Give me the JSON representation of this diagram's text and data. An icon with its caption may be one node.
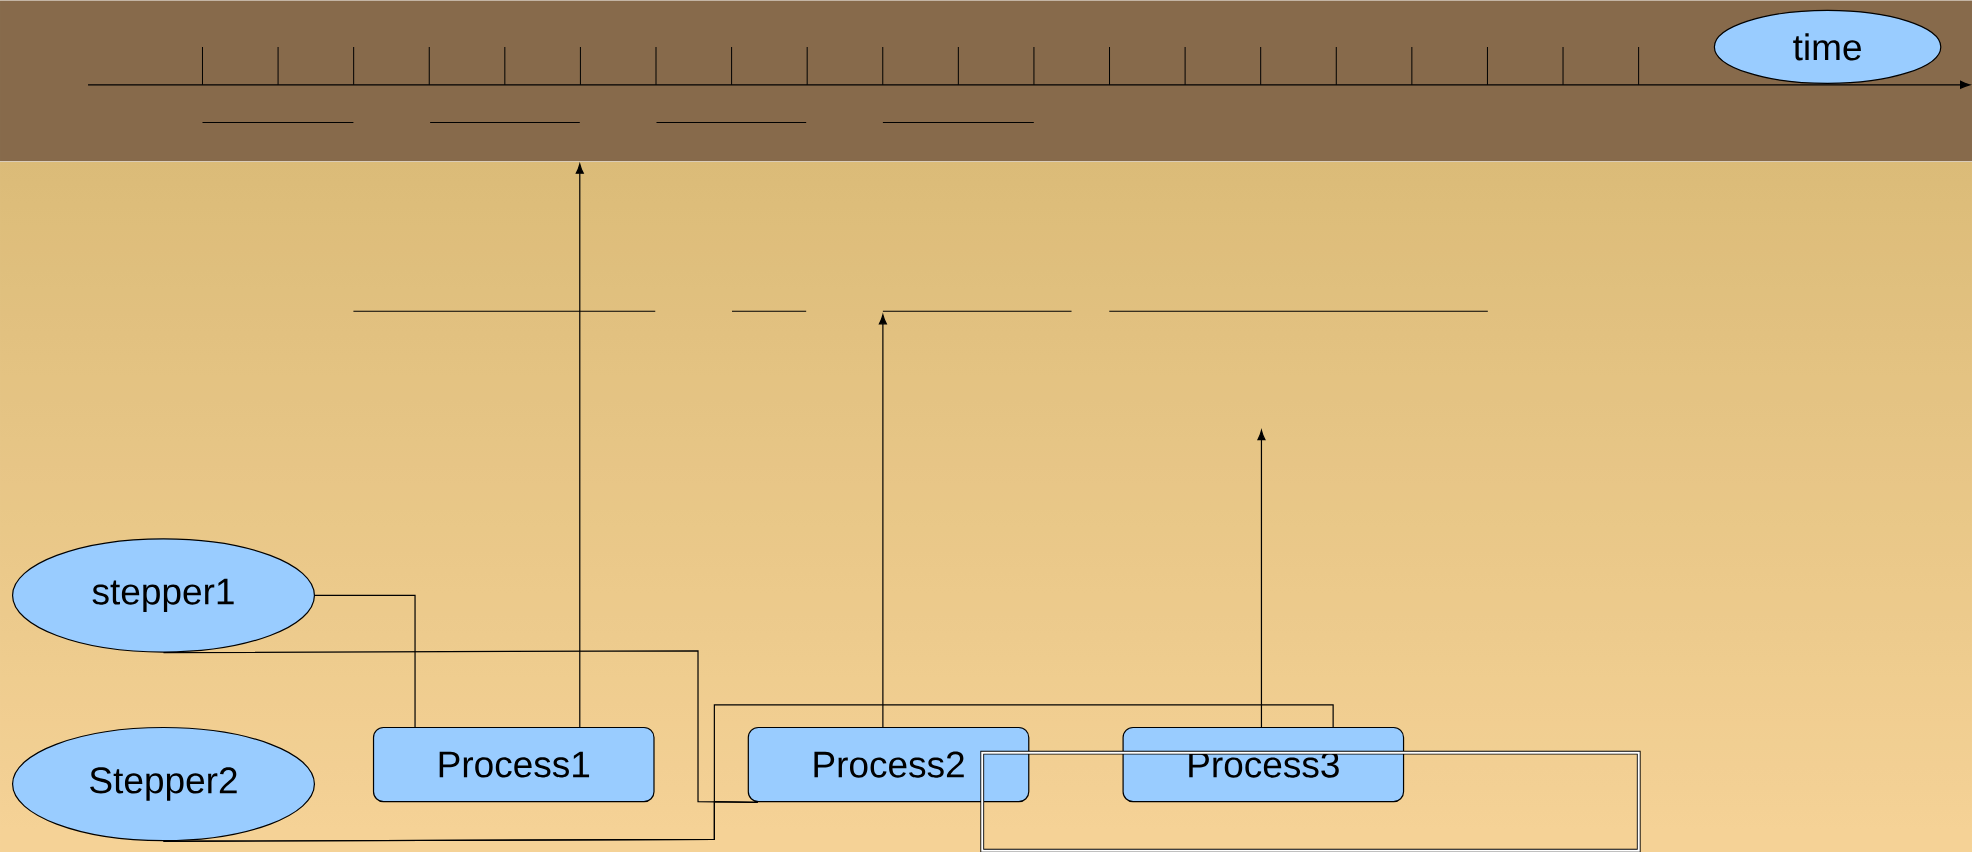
{
  "diagram": {
    "nodes": [
      {
        "text": [],
        "shape": "band"
      },
      {
        "text": [
          "time"
        ],
        "in": 0
      },
      {
        "text": [
          "stepper1"
        ]
      },
      {
        "text": [
          "Stepper2"
        ]
      },
      {
        "text": [
          "Process1"
        ]
      },
      {
        "text": [
          "Process2"
        ]
      },
      {
        "text": [
          "Process3"
        ]
      },
      {
        "text": [],
        "shape": "box"
      }
    ],
    "edges": [
      {
        "from": 2,
        "to": 4,
        "arrow": "none"
      },
      {
        "from": 2,
        "to": 5,
        "arrow": "none"
      },
      {
        "from": 3,
        "to": 5,
        "arrow": "none"
      },
      {
        "from": 3,
        "to": 6,
        "arrow": "none"
      },
      {
        "from": 4,
        "to": 0,
        "arrow": "to"
      },
      {
        "from": 5,
        "to": null,
        "arrow": "to"
      },
      {
        "from": 6,
        "to": null,
        "arrow": "to"
      }
    ]
  }
}
